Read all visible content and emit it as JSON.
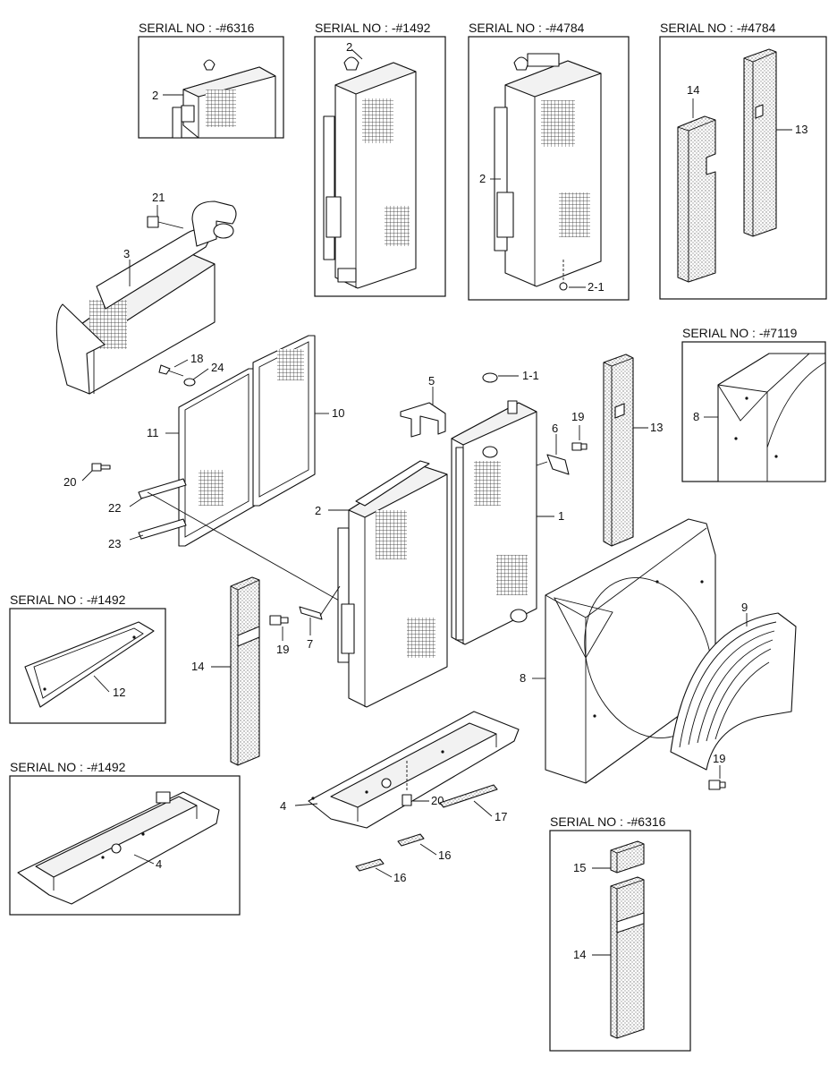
{
  "serial_labels": {
    "s1": "SERIAL NO : -#6316",
    "s2": "SERIAL NO : -#1492",
    "s3": "SERIAL NO : -#4784",
    "s4": "SERIAL NO : -#4784",
    "s5": "SERIAL NO : -#7119",
    "s6": "SERIAL NO : -#1492",
    "s7": "SERIAL NO : -#1492",
    "s8": "SERIAL NO : -#6316"
  },
  "callouts": {
    "c_2a": "2",
    "c_2b": "2",
    "c_2c": "2",
    "c_2_1": "2-1",
    "c_14a": "14",
    "c_13a": "13",
    "c_21": "21",
    "c_3": "3",
    "c_8a": "8",
    "c_18": "18",
    "c_24": "24",
    "c_10": "10",
    "c_11": "11",
    "c_5": "5",
    "c_1_1": "1-1",
    "c_19a": "19",
    "c_6": "6",
    "c_13b": "13",
    "c_20a": "20",
    "c_22": "22",
    "c_23": "23",
    "c_2d": "2",
    "c_1": "1",
    "c_12": "12",
    "c_14b": "14",
    "c_19b": "19",
    "c_7": "7",
    "c_9": "9",
    "c_8b": "8",
    "c_19c": "19",
    "c_4a": "4",
    "c_4b": "4",
    "c_20b": "20",
    "c_17": "17",
    "c_16a": "16",
    "c_16b": "16",
    "c_15": "15",
    "c_14c": "14"
  }
}
